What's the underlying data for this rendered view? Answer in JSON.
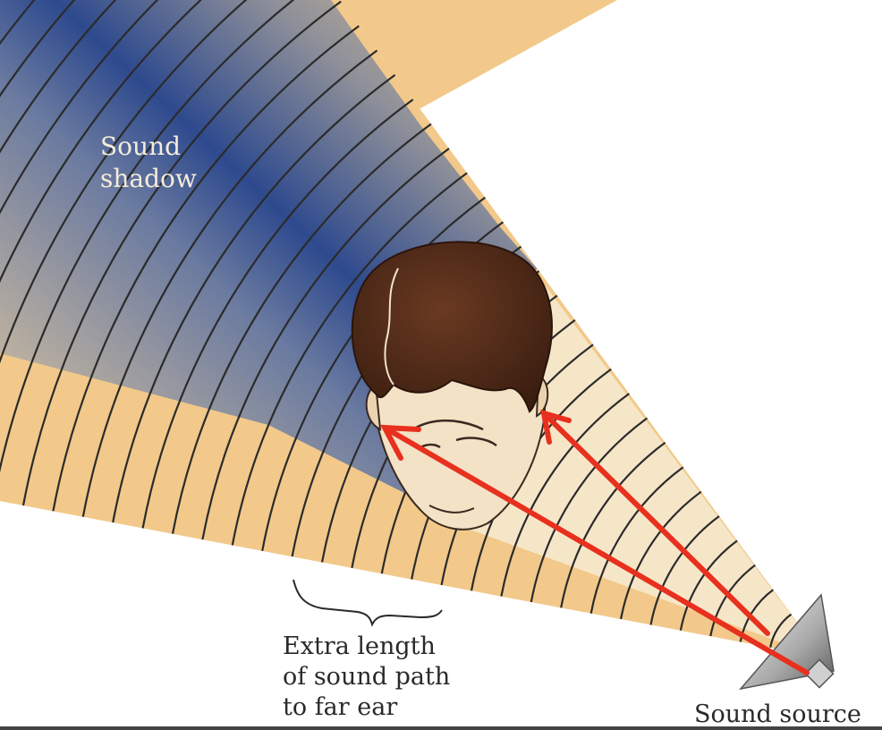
{
  "labels": {
    "shadow_line1": "Sound",
    "shadow_line2": "shadow",
    "extra_line1": "Extra length",
    "extra_line2": "of sound path",
    "extra_line3": "to far ear",
    "source": "Sound source"
  },
  "colors": {
    "wave_fill": "#f2c98a",
    "wave_light": "#f6e6c8",
    "wave_line": "#2b2b2b",
    "shadow_blue": "#2e4a8e",
    "arrow": "#e8301e",
    "hair": "#4a2818",
    "skin": "#f3e2c5"
  },
  "icons": {
    "speaker": "speaker-cone-icon"
  }
}
